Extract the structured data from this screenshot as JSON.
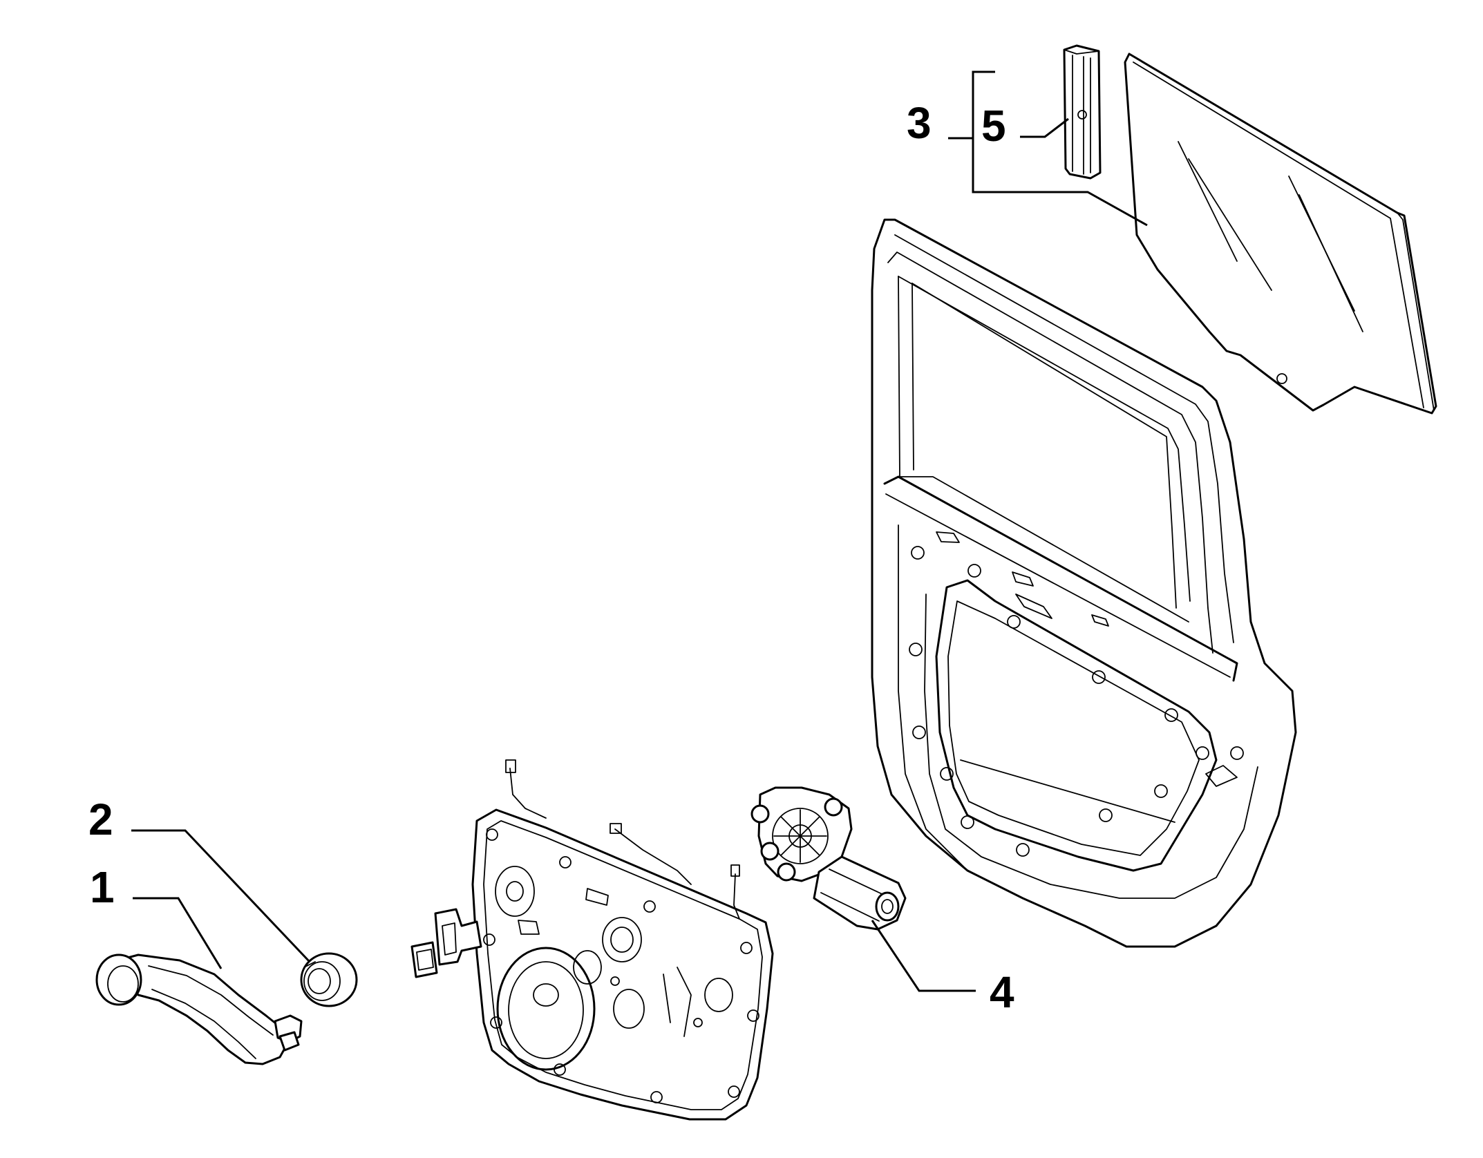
{
  "diagram": {
    "colors": {
      "ink": "#000000",
      "background": "#ffffff"
    },
    "callouts": [
      {
        "id": "1",
        "label": "1"
      },
      {
        "id": "2",
        "label": "2"
      },
      {
        "id": "3",
        "label": "3"
      },
      {
        "id": "4",
        "label": "4"
      },
      {
        "id": "5",
        "label": "5"
      }
    ]
  }
}
